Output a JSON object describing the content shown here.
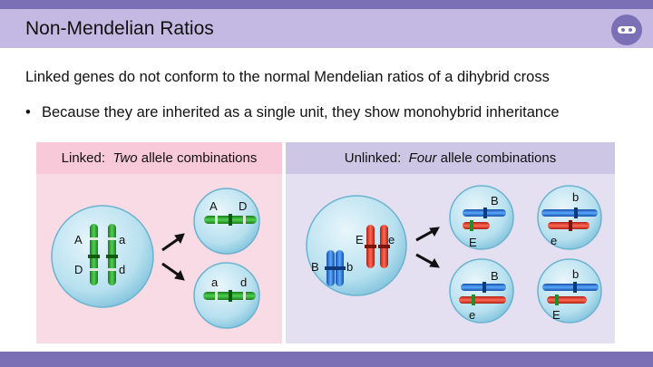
{
  "title": "Non-Mendelian Ratios",
  "subtitle": "Linked genes do not conform to the normal Mendelian ratios of a dihybrid cross",
  "bullet": {
    "symbol": "•",
    "text": "Because they are inherited as a single unit, they show monohybrid inheritance"
  },
  "linked": {
    "prefix": "Linked:",
    "emph": "Two",
    "suffix": "allele combinations",
    "parent_labels": [
      "A",
      "a",
      "D",
      "d"
    ],
    "gamete1_labels": [
      "A",
      "D"
    ],
    "gamete2_labels": [
      "a",
      "d"
    ]
  },
  "unlinked": {
    "prefix": "Unlinked:",
    "emph": "Four",
    "suffix": "allele combinations",
    "parent_labels": [
      "E",
      "e",
      "B",
      "b"
    ],
    "gametes": [
      [
        "B",
        "E"
      ],
      [
        "b",
        "e"
      ],
      [
        "B",
        "e"
      ],
      [
        "b",
        "E"
      ]
    ]
  },
  "colors": {
    "accent": "#7b6fb5",
    "title_band": "#c3b9e2",
    "linked_panel": "#f9dbe5",
    "unlinked_panel": "#e4e0f1",
    "chromosome_green": "#2fa82f",
    "chromosome_red": "#e63a2a",
    "chromosome_blue": "#2d7ae0"
  }
}
